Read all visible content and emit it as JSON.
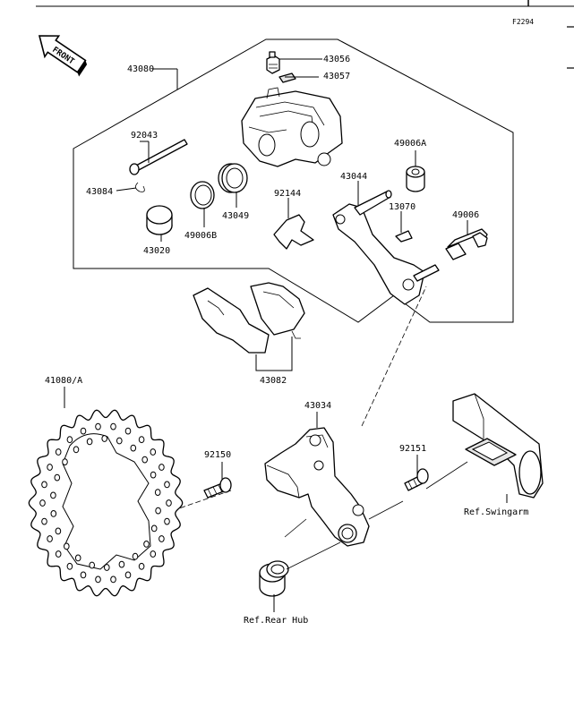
{
  "figure_code": "F2294",
  "front_arrow_label": "FRONT",
  "labels": {
    "l43080": "43080",
    "l43056": "43056",
    "l43057": "43057",
    "l92043": "92043",
    "l49006A": "49006A",
    "l43044": "43044",
    "l43084": "43084",
    "l92144": "92144",
    "l13070": "13070",
    "l49006": "49006",
    "l43049": "43049",
    "l49006B": "49006B",
    "l43020": "43020",
    "l43082": "43082",
    "l41080A": "41080/A",
    "l43034": "43034",
    "l92150": "92150",
    "l92151": "92151",
    "lSwingarm": "Ref.Swingarm",
    "lRearHub": "Ref.Rear Hub"
  }
}
